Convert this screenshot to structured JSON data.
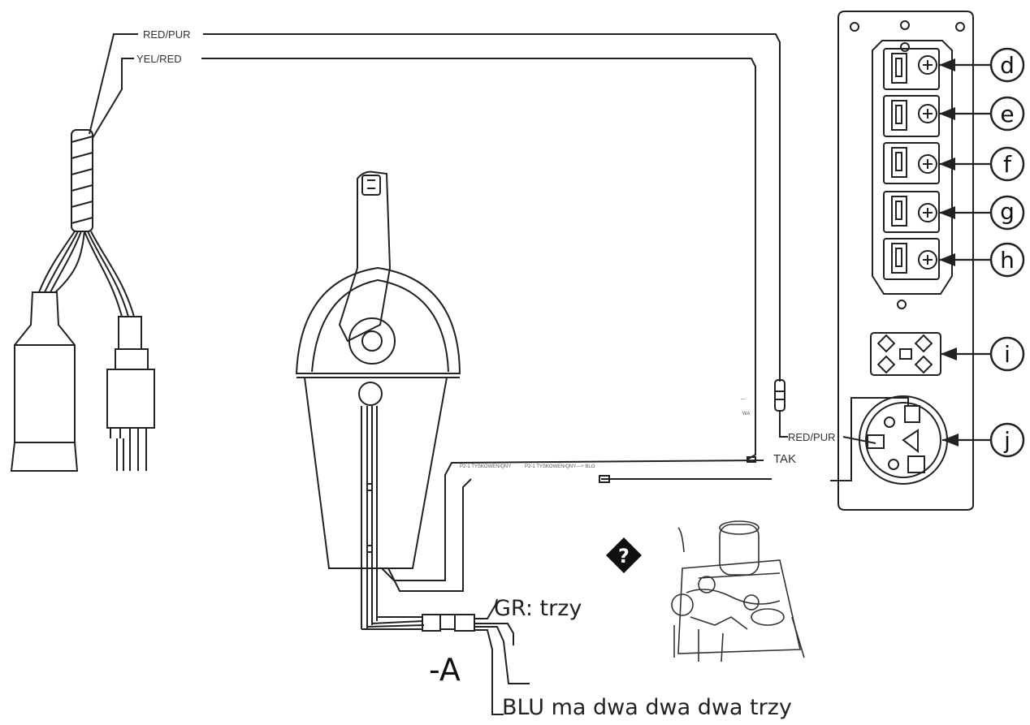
{
  "wire_labels": {
    "red_pur_top": "RED/PUR",
    "yel_red": "YEL/RED",
    "red_pur_panel": "RED/PUR",
    "tak": "TAK"
  },
  "small_labels": {
    "fuse_top": "—",
    "fuse_bottom": "WA",
    "strip_left": "P2-1 TYSKOWEN/QNY",
    "strip_right": "P2-1 TYSKOWEN/QNY—+ BLO"
  },
  "bottom_labels": {
    "gr": "GR: trzy",
    "a": "-A",
    "blu": "BLU ma dwa dwa dwa trzy"
  },
  "unknown_marker": "?",
  "callouts": [
    "d",
    "e",
    "f",
    "g",
    "h",
    "i",
    "j"
  ],
  "colors": {
    "line": "#222222",
    "paper": "#ffffff",
    "marker": "#111111"
  }
}
